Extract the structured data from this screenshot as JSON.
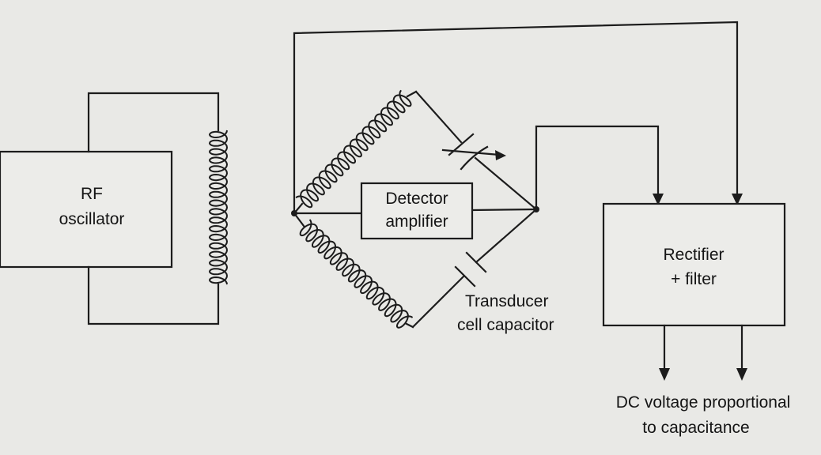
{
  "blocks": {
    "rf_oscillator": {
      "line1": "RF",
      "line2": "oscillator"
    },
    "detector_amplifier": {
      "line1": "Detector",
      "line2": "amplifier"
    },
    "rectifier_filter": {
      "line1": "Rectifier",
      "line2": "+ filter"
    }
  },
  "labels": {
    "transducer_line1": "Transducer",
    "transducer_line2": "cell capacitor",
    "output_line1": "DC voltage proportional",
    "output_line2": "to capacitance"
  }
}
